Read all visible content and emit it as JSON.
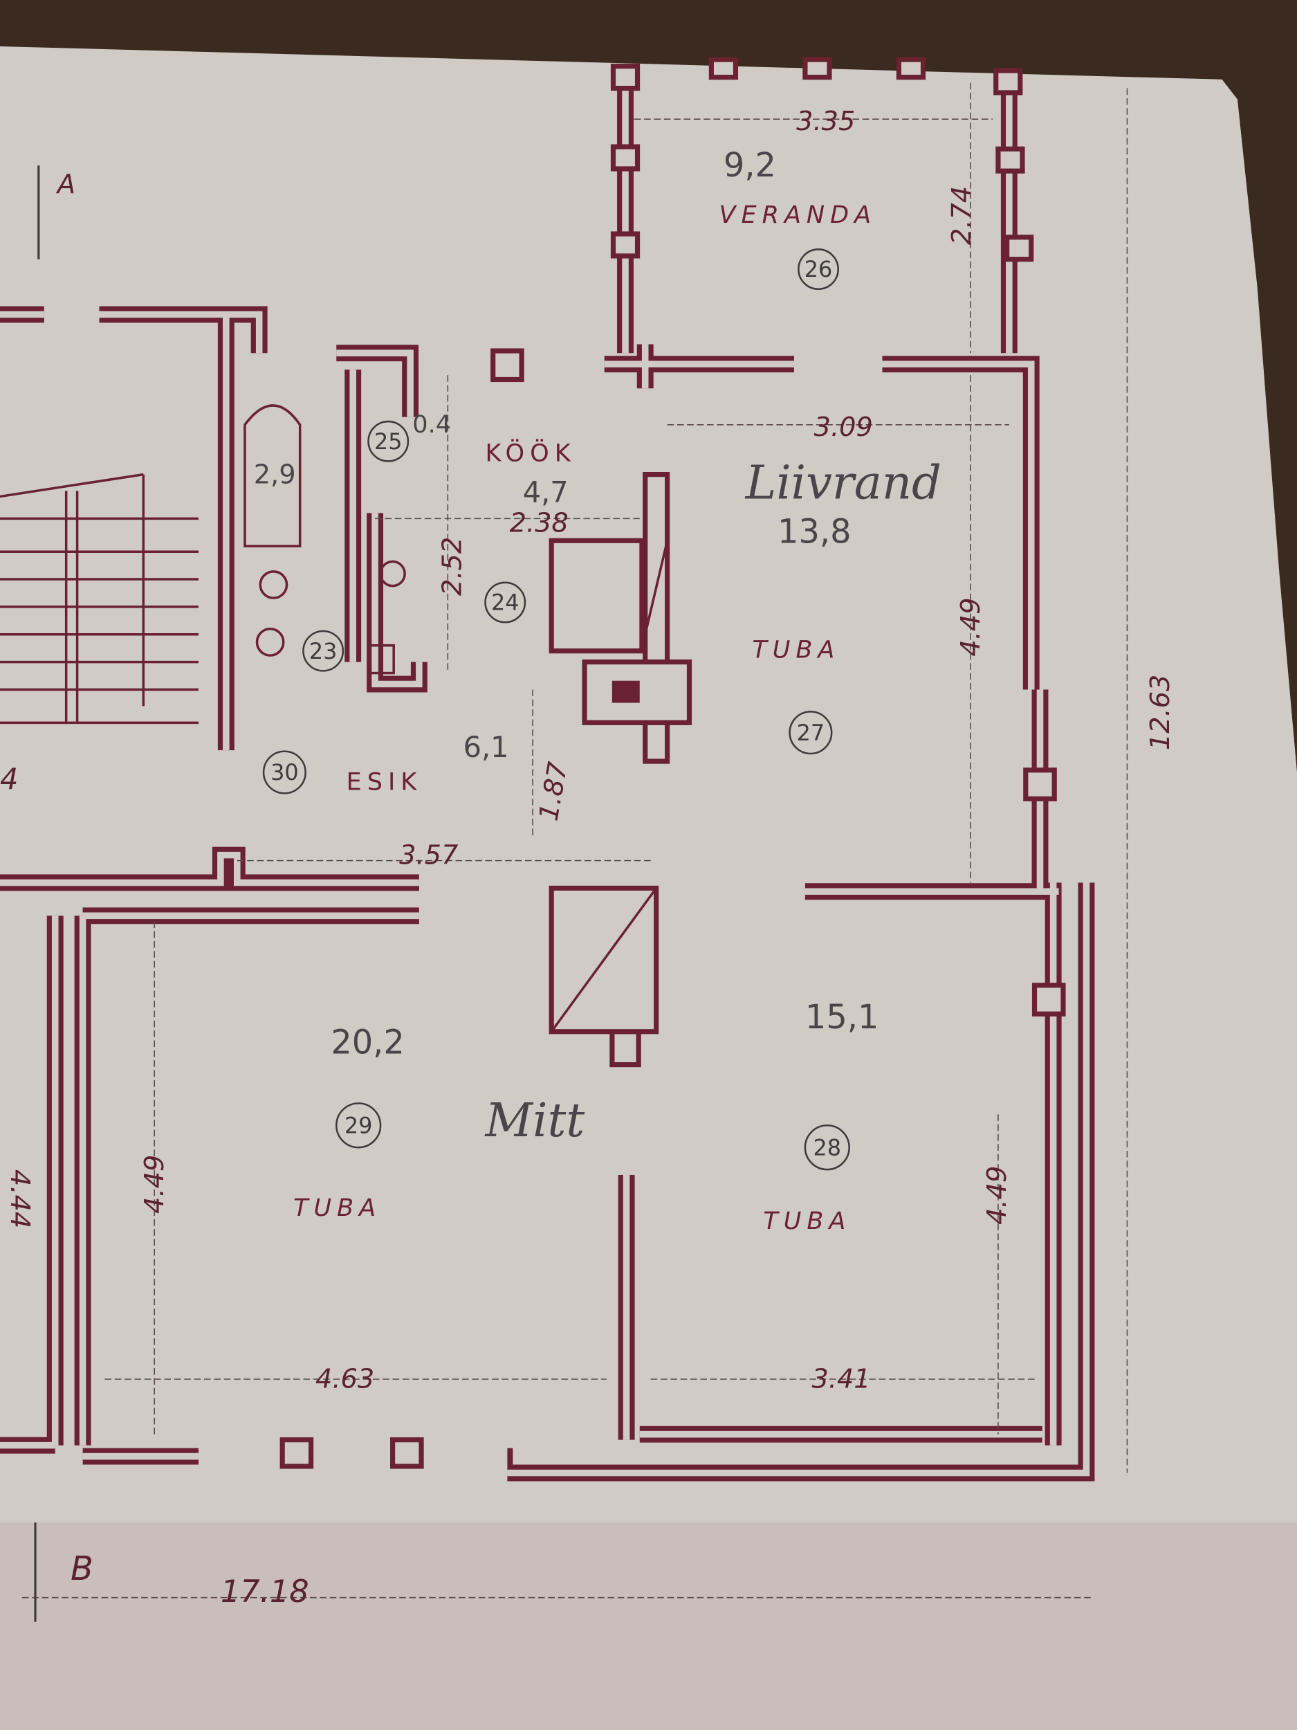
{
  "plan": {
    "section_marks": {
      "a": "A",
      "b": "B"
    },
    "rooms": {
      "veranda": {
        "name": "VERANDA",
        "number": "26",
        "area": "9,2",
        "width": "3.35",
        "depth": "2.74"
      },
      "wc": {
        "number": "25",
        "dim": "0.4"
      },
      "bath": {
        "number": "23",
        "area": "2,9"
      },
      "kitchen": {
        "name": "KÖÖK",
        "number": "24",
        "area": "4,7",
        "width": "2.38",
        "depth": "2.52"
      },
      "living": {
        "name": "TUBA",
        "number": "27",
        "handwritten": "Liivrand",
        "area": "13,8",
        "width": "3.09",
        "depth": "4.49"
      },
      "hall": {
        "name": "ESIK",
        "number": "30",
        "area": "6,1",
        "width": "3.57",
        "depth": "1.87"
      },
      "room29": {
        "name": "TUBA",
        "number": "29",
        "area": "20,2",
        "width": "4.63",
        "depth": "4.49",
        "handwritten": "Mitt"
      },
      "room28": {
        "name": "TUBA",
        "number": "28",
        "area": "15,1",
        "width": "3.41",
        "depth": "4.49"
      },
      "left_room": {
        "depth": "4.44",
        "partial": "4"
      }
    },
    "overall": {
      "width": "17.18",
      "depth": "12.63"
    }
  },
  "colors": {
    "ink": "#6a2230",
    "paper": "#d0cbc4",
    "wood": "#3b2a20",
    "pencil": "#4a4548"
  }
}
